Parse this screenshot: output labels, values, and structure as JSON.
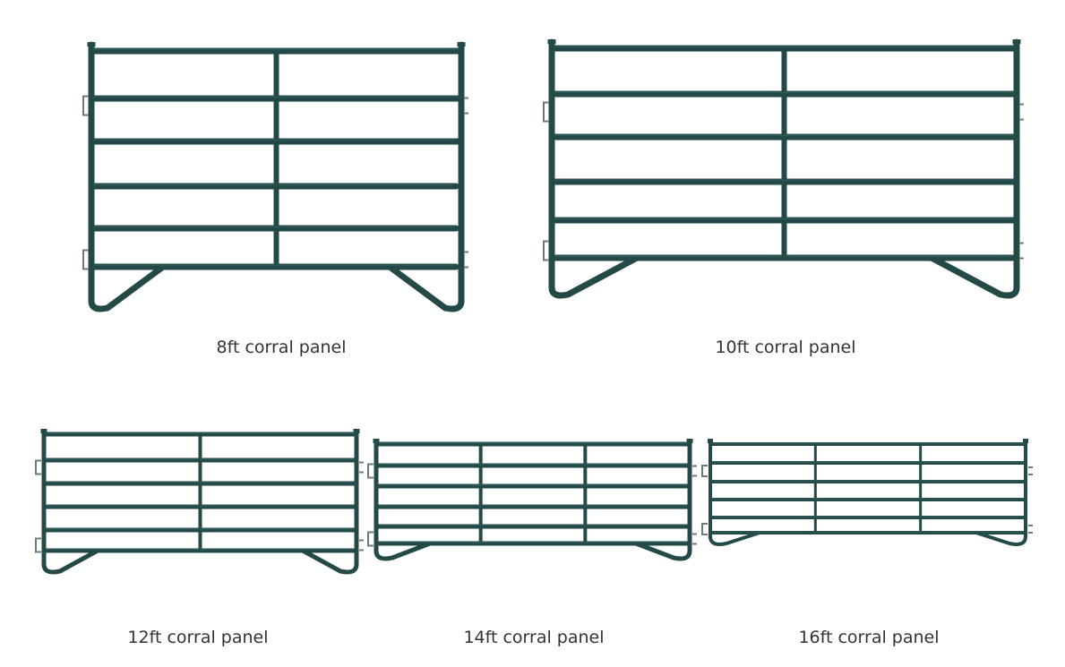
{
  "colors": {
    "tube": "#234a47",
    "tube_highlight": "#3d6a66",
    "hardware": "#6f7a78",
    "caption": "#333333",
    "background": "#ffffff"
  },
  "panels": [
    {
      "caption": "8ft corral panel",
      "rails": 6,
      "sections": 2
    },
    {
      "caption": "10ft corral panel",
      "rails": 6,
      "sections": 2
    },
    {
      "caption": "12ft corral panel",
      "rails": 6,
      "sections": 2
    },
    {
      "caption": "14ft corral panel",
      "rails": 6,
      "sections": 3
    },
    {
      "caption": "16ft corral panel",
      "rails": 6,
      "sections": 3
    }
  ]
}
